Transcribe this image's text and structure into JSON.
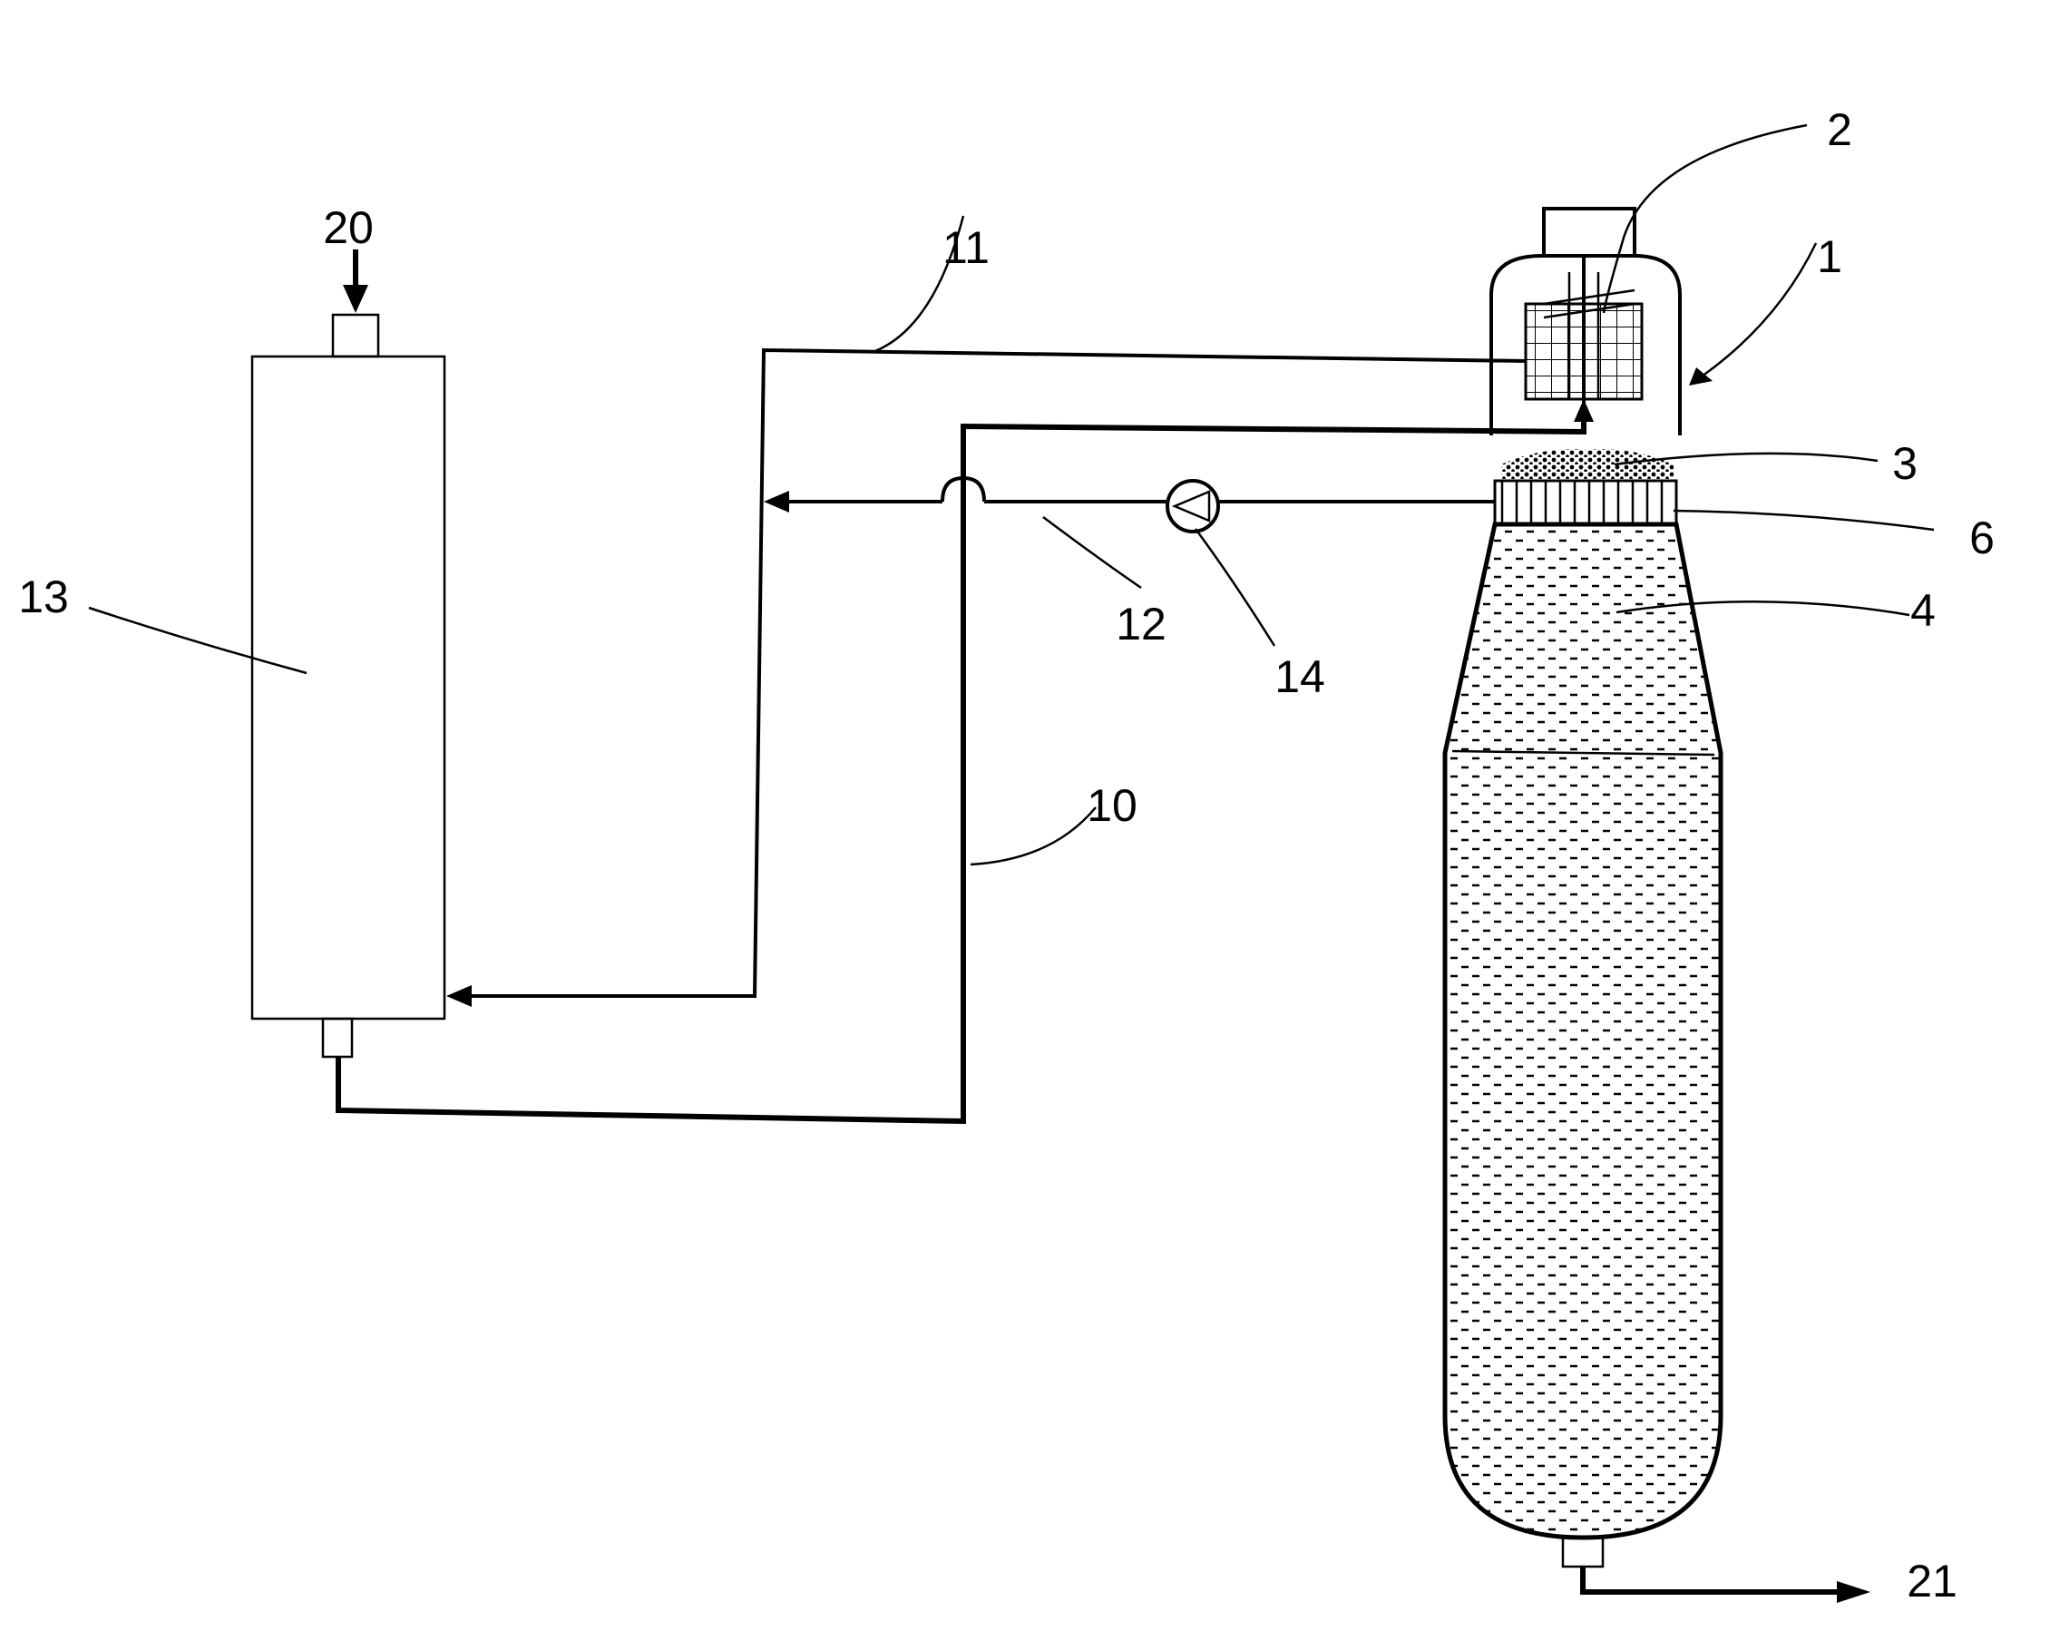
{
  "labels": {
    "reactor": "1",
    "stirrer": "2",
    "top_layer": "3",
    "bed": "4",
    "grid": "6",
    "line_10": "10",
    "line_11": "11",
    "line_12": "12",
    "tank": "13",
    "pump": "14",
    "feed": "20",
    "discharge": "21"
  }
}
